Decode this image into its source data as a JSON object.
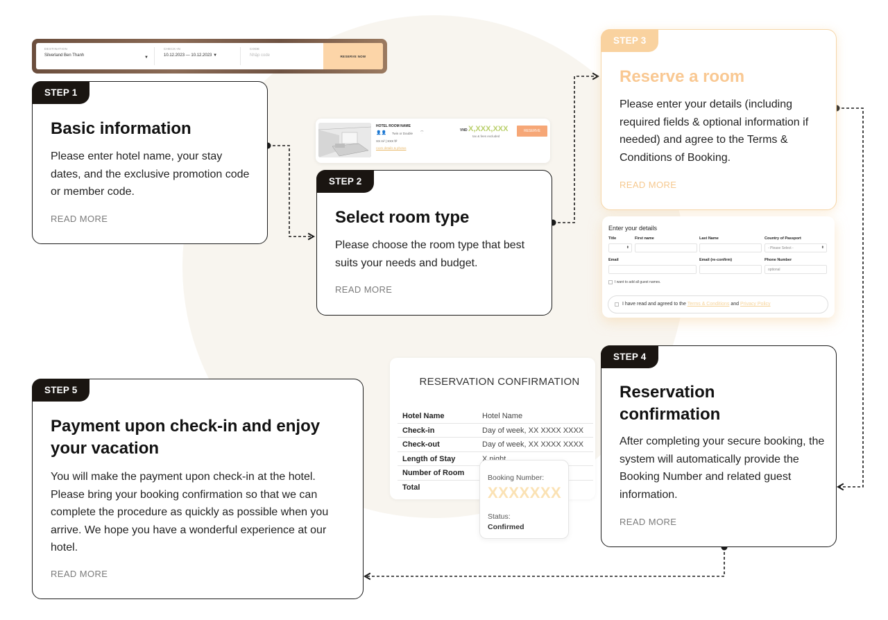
{
  "search_bar": {
    "destination_label": "DESTINATION",
    "destination_value": "Silverland Ben Thanh",
    "checkin_label": "CHECK-IN",
    "checkin_value": "10.12.2023 — 10.12.2023",
    "code_label": "CODE",
    "code_placeholder": "Nhập code",
    "reserve_button": "RESERVE NOW"
  },
  "room_card": {
    "name": "HOTEL ROOM NAME",
    "guests_icon": "people-icon",
    "bed_type": "Twin or Double",
    "size": "XX m² | XXX ft²",
    "details_link": "room details & photos",
    "currency": "VND",
    "price": "X,XXX,XXX",
    "tax_note": "tax & fees excluded",
    "reserve_button": "RESERVE"
  },
  "details_form": {
    "title": "Enter your details",
    "labels": {
      "title": "Title",
      "first_name": "First name",
      "last_name": "Last Name",
      "country": "Country of Passport",
      "email": "Email",
      "email_confirm": "Email (re-confirm)",
      "phone": "Phone Number"
    },
    "country_placeholder": "- Please Select -",
    "phone_placeholder": "optional",
    "guest_names_check": "I want to add all guest names.",
    "agree_prefix": "I have read and agreed to the",
    "terms_link": "Terms & Conditions",
    "agree_and": "and",
    "privacy_link": "Privacy Policy"
  },
  "confirmation": {
    "title": "RESERVATION CONFIRMATION",
    "rows": [
      {
        "key": "Hotel Name",
        "value": "Hotel Name"
      },
      {
        "key": "Check-in",
        "value": "Day of week, XX XXXX XXXX"
      },
      {
        "key": "Check-out",
        "value": "Day of week, XX XXXX XXXX"
      },
      {
        "key": "Length of Stay",
        "value": "X night"
      },
      {
        "key": "Number of Room",
        "value": ""
      },
      {
        "key": "Total",
        "value": ""
      }
    ],
    "booking_label": "Booking Number:",
    "booking_number": "XXXXXXX",
    "status_label": "Status:",
    "status_value": "Confirmed"
  },
  "steps": [
    {
      "badge": "STEP 1",
      "title": "Basic information",
      "desc": "Please enter hotel name, your stay dates, and the exclusive promotion code or member code.",
      "read_more": "READ MORE"
    },
    {
      "badge": "STEP 2",
      "title": "Select room type",
      "desc": "Please choose the room type that best suits your needs and budget.",
      "read_more": "READ MORE"
    },
    {
      "badge": "STEP 3",
      "title": "Reserve a room",
      "desc": "Please enter your details (including required fields & optional information if needed) and agree to the Terms & Conditions of Booking.",
      "read_more": "READ MORE"
    },
    {
      "badge": "STEP 4",
      "title": "Reservation confirmation",
      "desc": "After completing your secure booking, the system will automatically provide the Booking Number and related guest information.",
      "read_more": "READ MORE"
    },
    {
      "badge": "STEP 5",
      "title": "Payment upon check-in and enjoy your vacation",
      "desc": "You will make the payment upon check-in at the hotel. Please bring your booking confirmation so that we can complete the procedure as quickly as possible when you arrive. We hope you have a wonderful experience at our hotel.",
      "read_more": "READ MORE"
    }
  ],
  "colors": {
    "accent_gold": "#f9d29f",
    "badge_dark": "#1a1511",
    "price_green": "#b9cf6b",
    "button_orange": "#f6a777"
  }
}
